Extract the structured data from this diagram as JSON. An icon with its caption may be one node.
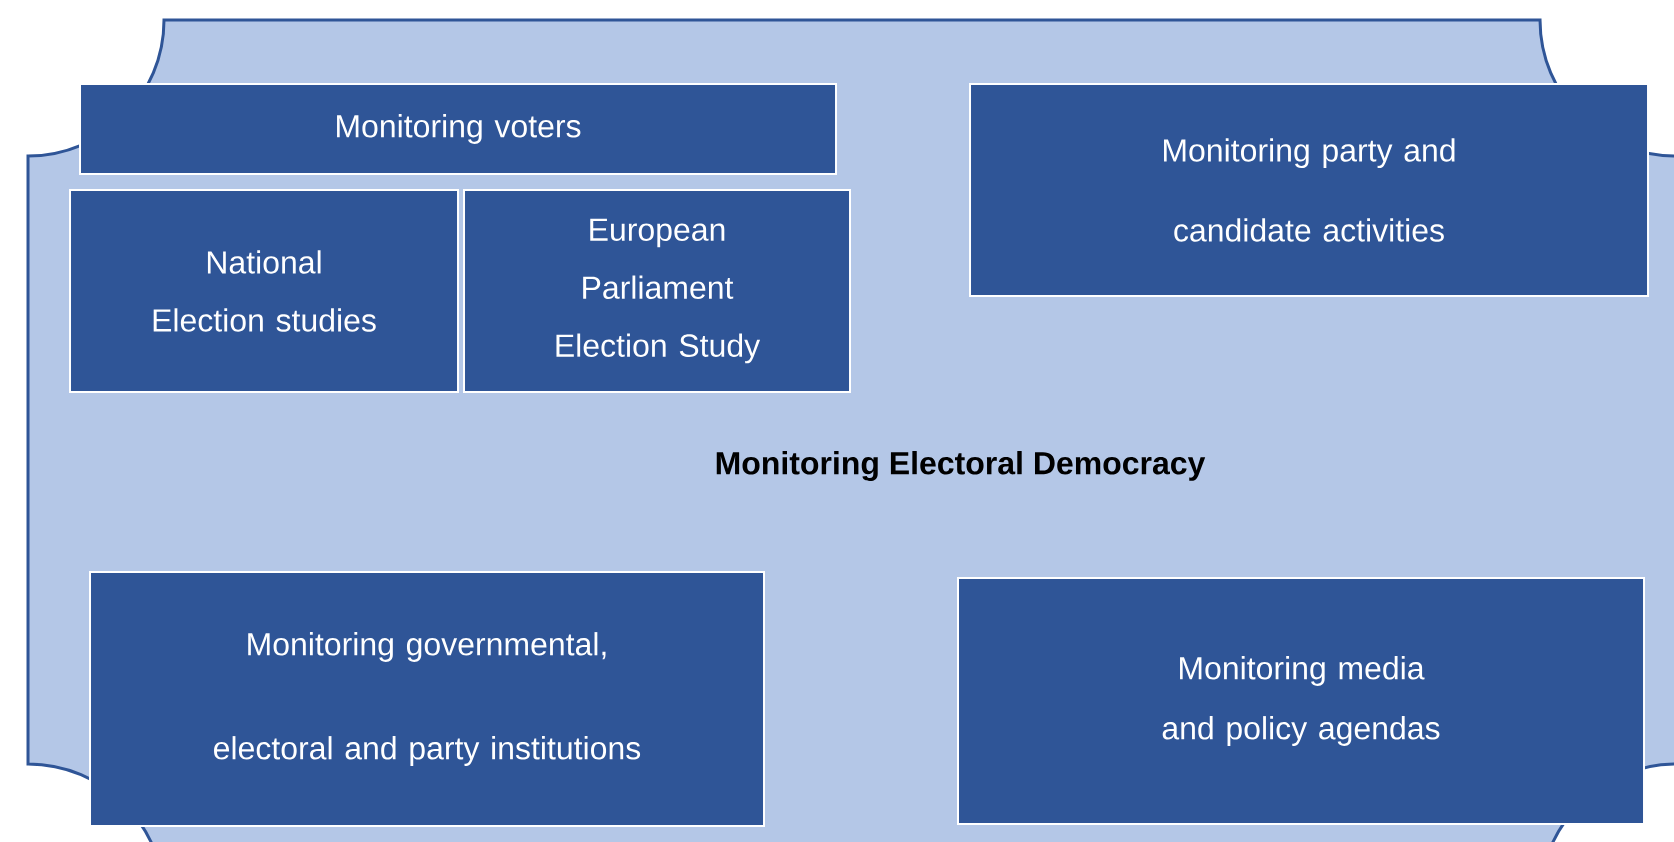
{
  "diagram": {
    "nodes": [
      {
        "text": [
          "Monitoring Electoral Democracy"
        ]
      },
      {
        "text": [
          "Monitoring voters"
        ],
        "in": 0
      },
      {
        "text": [
          "National Election studies"
        ],
        "in": 0
      },
      {
        "text": [
          "European Parliament Election Study"
        ],
        "in": 0
      },
      {
        "text": [
          "Monitoring party and candidate activities"
        ],
        "in": 0
      },
      {
        "text": [
          "Monitoring governmental, electoral and party institutions"
        ],
        "in": 0
      },
      {
        "text": [
          "Monitoring media and policy agendas"
        ],
        "in": 0
      }
    ]
  }
}
